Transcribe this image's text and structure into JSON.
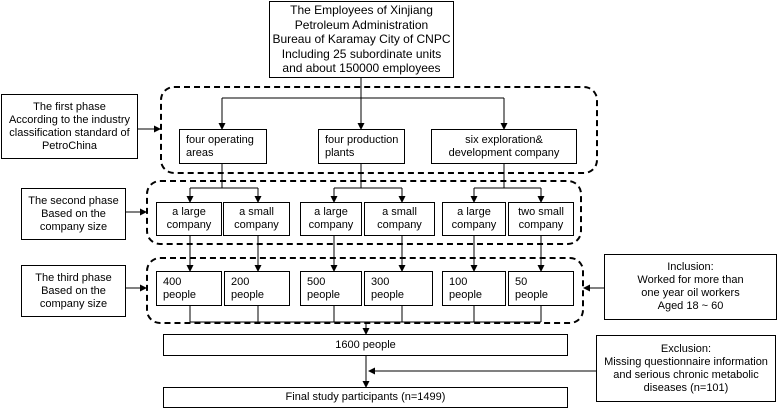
{
  "top": {
    "lines": [
      "The Employees of Xinjiang",
      "Petroleum Administration",
      "Bureau of Karamay City of CNPC",
      "Including 25 subordinate units",
      "and about 150000 employees"
    ]
  },
  "phases": [
    {
      "lines": [
        "The first phase",
        "According to the industry",
        "classification standard of",
        "PetroChina"
      ]
    },
    {
      "lines": [
        "The second phase",
        "Based on the",
        "company size"
      ]
    },
    {
      "lines": [
        "The third phase",
        "Based on the",
        "company size"
      ]
    }
  ],
  "level1": [
    {
      "lines": [
        "four operating",
        "areas"
      ]
    },
    {
      "lines": [
        "four production",
        "plants"
      ]
    },
    {
      "lines": [
        "six exploration&",
        "development company"
      ]
    }
  ],
  "level2": [
    {
      "lines": [
        "a large",
        "company"
      ]
    },
    {
      "lines": [
        "a small",
        "company"
      ]
    },
    {
      "lines": [
        "a large",
        "company"
      ]
    },
    {
      "lines": [
        "a small",
        "company"
      ]
    },
    {
      "lines": [
        "a large",
        "company"
      ]
    },
    {
      "lines": [
        "two small",
        "company"
      ]
    }
  ],
  "level3": [
    {
      "lines": [
        "400",
        "people"
      ]
    },
    {
      "lines": [
        "200",
        "people"
      ]
    },
    {
      "lines": [
        "500",
        "people"
      ]
    },
    {
      "lines": [
        "300",
        "people"
      ]
    },
    {
      "lines": [
        "100",
        "people"
      ]
    },
    {
      "lines": [
        "50",
        "people"
      ]
    }
  ],
  "inclusion": {
    "lines": [
      "Inclusion:",
      "Worked for more than",
      "one year oil workers",
      "Aged 18 ~ 60"
    ]
  },
  "total": {
    "label": "1600 people"
  },
  "exclusion": {
    "lines": [
      "Exclusion:",
      "Missing questionnaire information",
      "and serious chronic metabolic",
      "diseases (n=101)"
    ]
  },
  "final": {
    "label": "Final study participants (n=1499)"
  }
}
